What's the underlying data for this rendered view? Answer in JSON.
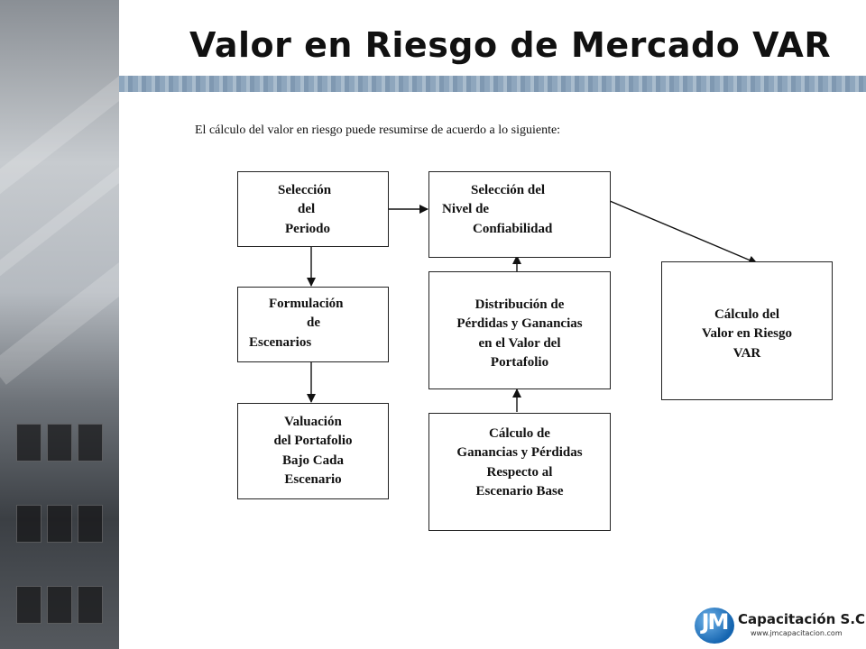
{
  "slide": {
    "title": "Valor en Riesgo de Mercado VAR",
    "intro": "El cálculo del valor en riesgo puede resumirse de acuerdo a lo siguiente:"
  },
  "diagram": {
    "boxes": [
      {
        "id": "seleccion-periodo",
        "lines": [
          "Selección",
          "del",
          "Periodo"
        ]
      },
      {
        "id": "formulacion-escenarios",
        "lines": [
          "Formulación",
          "de",
          "Escenarios"
        ]
      },
      {
        "id": "valuacion-portafolio",
        "lines": [
          "Valuación",
          "del Portafolio",
          "Bajo Cada",
          "Escenario"
        ]
      },
      {
        "id": "seleccion-nivel",
        "lines": [
          "Selección del",
          "Nivel de",
          "Confiabilidad"
        ]
      },
      {
        "id": "distribucion-perdidas",
        "lines": [
          "Distribución de",
          "Pérdidas y Ganancias",
          "en el Valor del",
          "Portafolio"
        ]
      },
      {
        "id": "calculo-ganancias",
        "lines": [
          "Cálculo de",
          "Ganancias y Pérdidas",
          "Respecto al",
          "Escenario Base"
        ]
      },
      {
        "id": "calculo-var",
        "lines": [
          "Cálculo del",
          "Valor en Riesgo",
          "VAR"
        ]
      }
    ],
    "edges": [
      {
        "from": "seleccion-periodo",
        "to": "seleccion-nivel"
      },
      {
        "from": "seleccion-periodo",
        "to": "formulacion-escenarios"
      },
      {
        "from": "formulacion-escenarios",
        "to": "valuacion-portafolio"
      },
      {
        "from": "calculo-ganancias",
        "to": "distribucion-perdidas"
      },
      {
        "from": "distribucion-perdidas",
        "to": "seleccion-nivel"
      },
      {
        "from": "seleccion-nivel",
        "to": "calculo-var"
      }
    ]
  },
  "logo": {
    "mark": "JM",
    "name": "Capacitación S.C.",
    "url": "www.jmcapacitacion.com"
  },
  "colors": {
    "band": "#8ea6bd",
    "text": "#111111",
    "logo_blue": "#1565b0"
  }
}
